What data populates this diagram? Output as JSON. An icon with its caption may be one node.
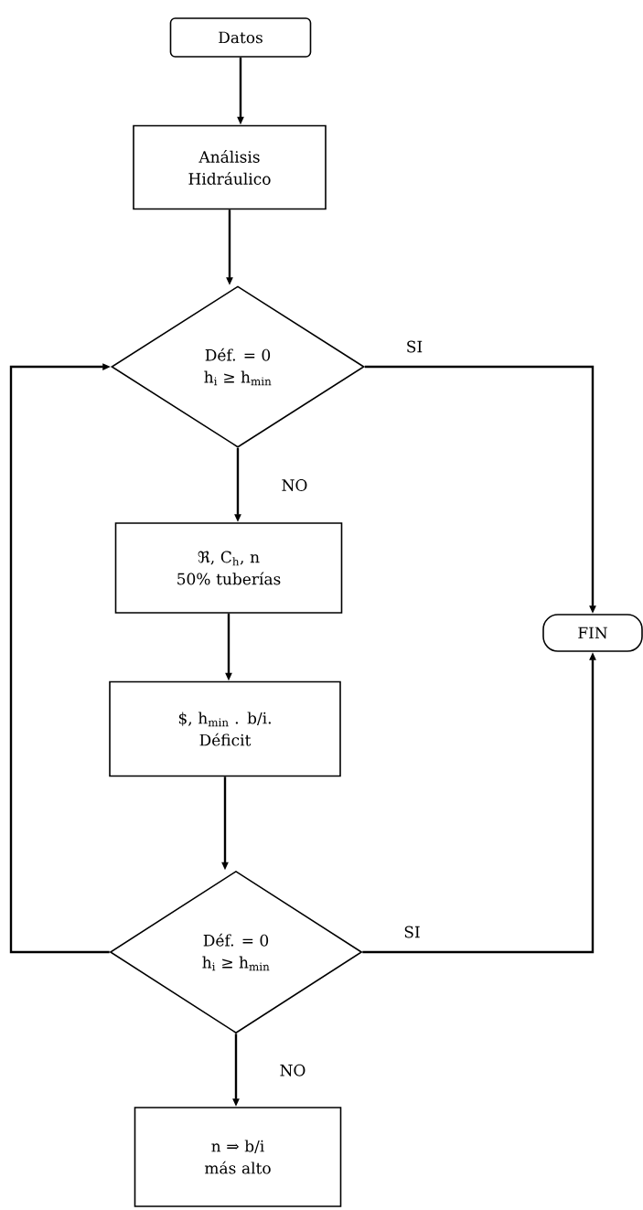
{
  "diagram": {
    "nodes": [
      {
        "text": [
          "Datos"
        ]
      },
      {
        "text": [
          "Análisis Hidráulico"
        ]
      },
      {
        "text": [
          "Déf. = 0",
          "h$_{i}$ ≥ h$_{min}$"
        ]
      },
      {
        "text": [
          "ℜ, C$_{h}$, n",
          "50% tuberías"
        ]
      },
      {
        "text": [
          "$, h$_{min}$ . b/i.",
          "Déficit"
        ]
      },
      {
        "text": [
          "Déf. = 0",
          "h$_{i}$ ≥ h$_{min}$"
        ]
      },
      {
        "text": [
          "n ⇒ b/i",
          "más alto"
        ]
      },
      {
        "text": [
          "FIN"
        ]
      }
    ],
    "edges": [
      {
        "from": 0,
        "to": 1,
        "arrow": "to"
      },
      {
        "from": 1,
        "to": 2,
        "arrow": "to"
      },
      {
        "from": 2,
        "to": 3,
        "arrow": "to",
        "label": "NO"
      },
      {
        "from": 3,
        "to": 4,
        "arrow": "to"
      },
      {
        "from": 4,
        "to": 5,
        "arrow": "to"
      },
      {
        "from": 5,
        "to": 6,
        "arrow": "to",
        "label": "NO"
      },
      {
        "from": 2,
        "to": 7,
        "arrow": "to",
        "label": "SI"
      },
      {
        "from": 5,
        "to": 7,
        "arrow": "to",
        "label": "SI"
      },
      {
        "from": 5,
        "to": 2,
        "arrow": "to"
      }
    ]
  }
}
